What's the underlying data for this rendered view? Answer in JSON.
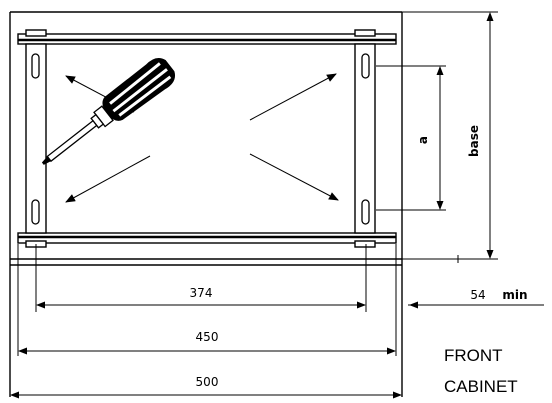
{
  "dimensions": {
    "inner_width": "374",
    "rail_width": "450",
    "cabinet_width": "500",
    "offset_value": "54",
    "offset_unit": "min",
    "height_a": "a",
    "height_base": "base"
  },
  "labels": {
    "front": "FRONT",
    "cabinet": "CABINET"
  },
  "icons": {
    "tool": "screwdriver-icon"
  },
  "colors": {
    "line": "#000000",
    "fill": "#ffffff",
    "handle": "#000000"
  }
}
